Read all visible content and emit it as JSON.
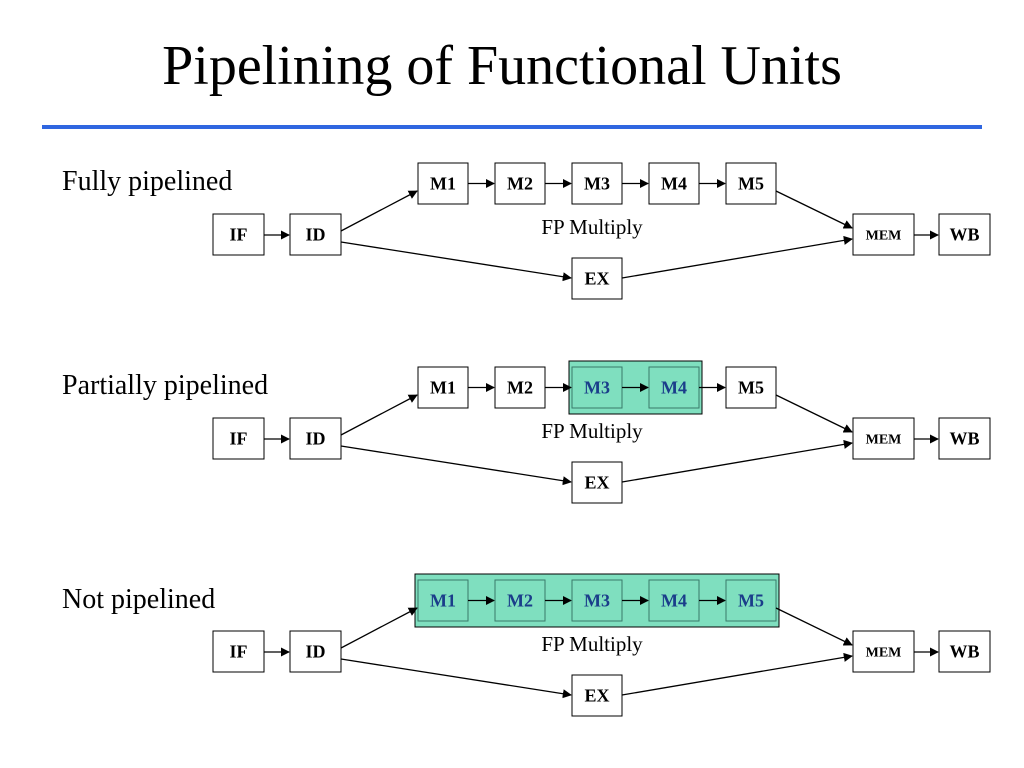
{
  "title": "Pipelining of Functional Units",
  "colors": {
    "rule": "#2f66e0",
    "highlight": "#7fdfbf",
    "highlight_text": "#1a3d8a"
  },
  "sections": [
    {
      "label": "Fully pipelined",
      "caption": "FP Multiply",
      "stages": {
        "IF": "IF",
        "ID": "ID",
        "M1": "M1",
        "M2": "M2",
        "M3": "M3",
        "M4": "M4",
        "M5": "M5",
        "EX": "EX",
        "MEM": "MEM",
        "WB": "WB"
      },
      "highlight": []
    },
    {
      "label": "Partially pipelined",
      "caption": "FP Multiply",
      "stages": {
        "IF": "IF",
        "ID": "ID",
        "M1": "M1",
        "M2": "M2",
        "M3": "M3",
        "M4": "M4",
        "M5": "M5",
        "EX": "EX",
        "MEM": "MEM",
        "WB": "WB"
      },
      "highlight": [
        "M3",
        "M4"
      ]
    },
    {
      "label": "Not pipelined",
      "caption": "FP Multiply",
      "stages": {
        "IF": "IF",
        "ID": "ID",
        "M1": "M1",
        "M2": "M2",
        "M3": "M3",
        "M4": "M4",
        "M5": "M5",
        "EX": "EX",
        "MEM": "MEM",
        "WB": "WB"
      },
      "highlight": [
        "M1",
        "M2",
        "M3",
        "M4",
        "M5"
      ]
    }
  ]
}
